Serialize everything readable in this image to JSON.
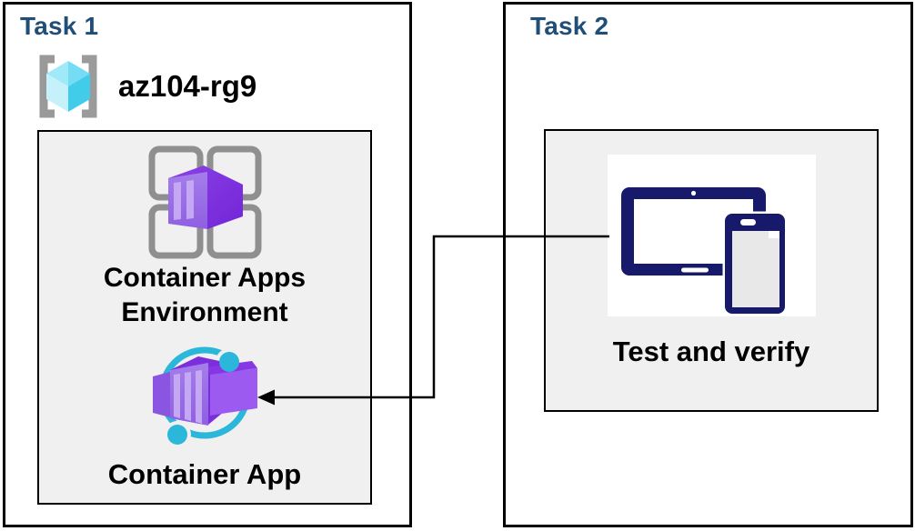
{
  "task1": {
    "title": "Task 1",
    "resource_group": "az104-rg9",
    "environment_label": "Container Apps Environment",
    "container_app_label": "Container App"
  },
  "task2": {
    "title": "Task 2",
    "test_verify_label": "Test and verify"
  },
  "connector": {
    "from": "test-and-verify",
    "to": "container-app",
    "style": "elbow-arrow"
  },
  "icons": {
    "resource_group": "resource-group-icon",
    "environment": "container-apps-environment-icon",
    "container_app": "container-app-icon",
    "test_verify": "devices-tablet-phone-icon"
  },
  "colors": {
    "task_title": "#1F4E79",
    "inner_box_bg": "#F0F0F0",
    "border": "#000000",
    "connector": "#000000",
    "azure_cyan": "#2BB7D9",
    "rg_cube_top": "#87E3F6",
    "rg_cube_light": "#C6F1FA",
    "rg_cube_dark": "#41CDEA",
    "bracket_gray": "#999999",
    "grid_gray": "#8F8F8F",
    "purple_front": "#9874E8",
    "purple_stripe": "#C4A8F3",
    "purple_dark": "#7C2DDC",
    "purple_bright": "#9C5AF0",
    "device_navy": "#171A6B",
    "phone_screen": "#E8E8E8"
  }
}
